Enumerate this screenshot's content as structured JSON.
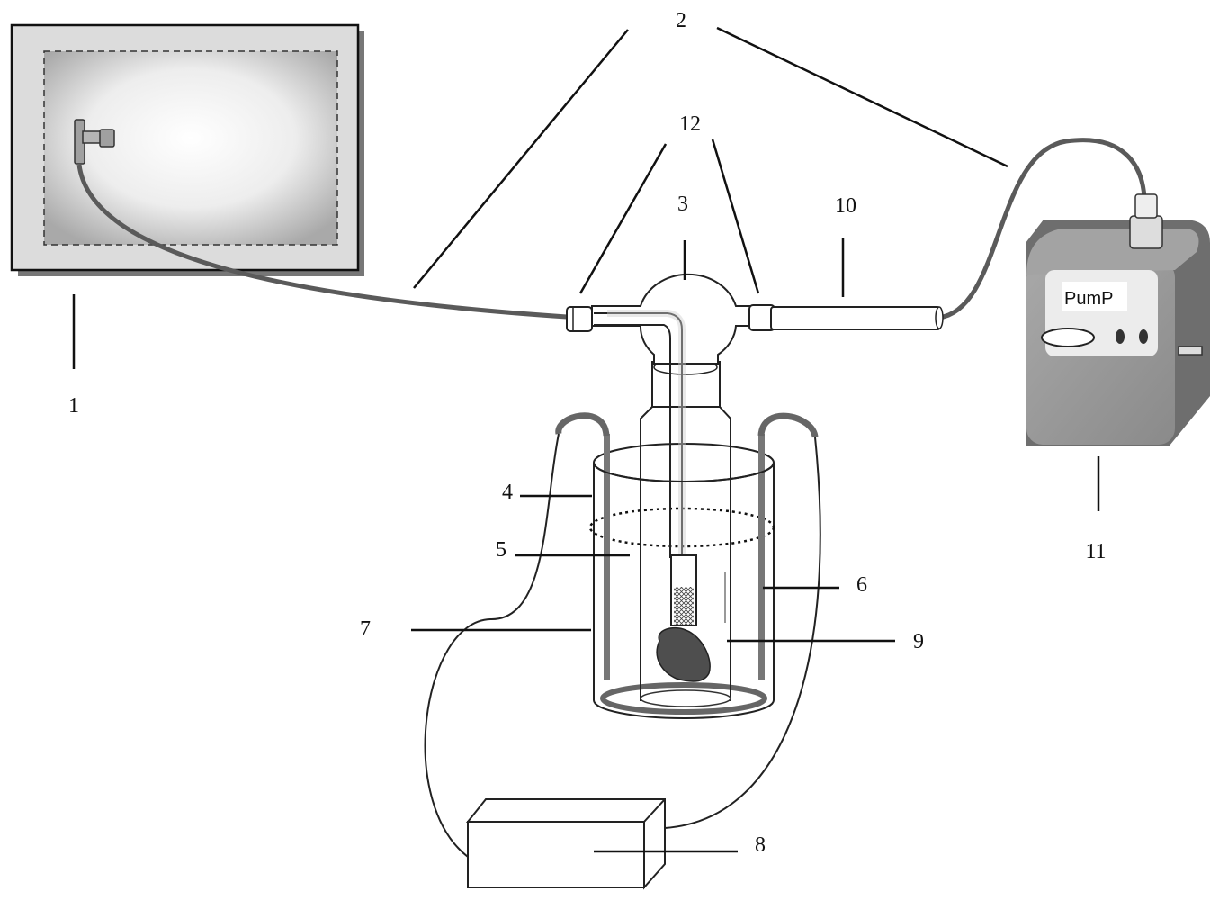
{
  "labels": {
    "l1": "1",
    "l2": "2",
    "l3": "3",
    "l4": "4",
    "l5": "5",
    "l6": "6",
    "l7": "7",
    "l8": "8",
    "l9": "9",
    "l10": "10",
    "l11": "11",
    "l12": "12"
  },
  "pump": {
    "label": "PumP"
  },
  "colors": {
    "tube": "#5a5a5a",
    "pump_body": "#8f8f8f",
    "box_outer": "#dcdcdc",
    "line": "#111111"
  }
}
